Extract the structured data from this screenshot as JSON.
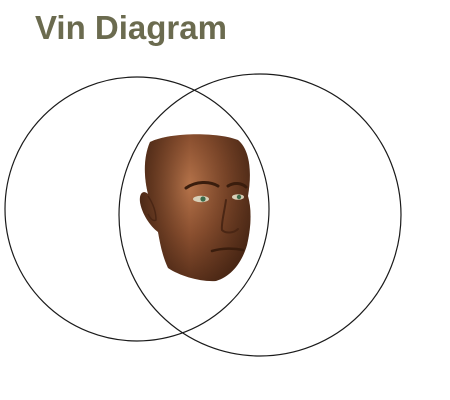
{
  "title": "Vin Diagram",
  "colors": {
    "title": "#6b6b4f",
    "circle_stroke": "#1a1a1a",
    "background": "#ffffff"
  },
  "diagram": {
    "sets": [
      {
        "id": "left"
      },
      {
        "id": "right"
      }
    ],
    "intersection": {
      "content": "face-photo"
    }
  }
}
